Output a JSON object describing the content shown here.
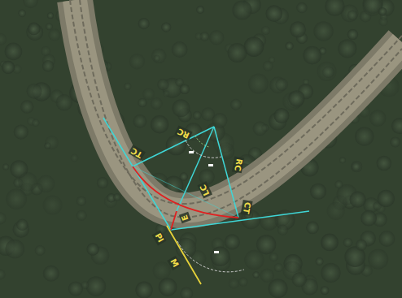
{
  "diagram": {
    "labels": [
      "RC",
      "TC",
      "RC",
      "LC",
      "E",
      "CT",
      "PI",
      "M"
    ]
  }
}
